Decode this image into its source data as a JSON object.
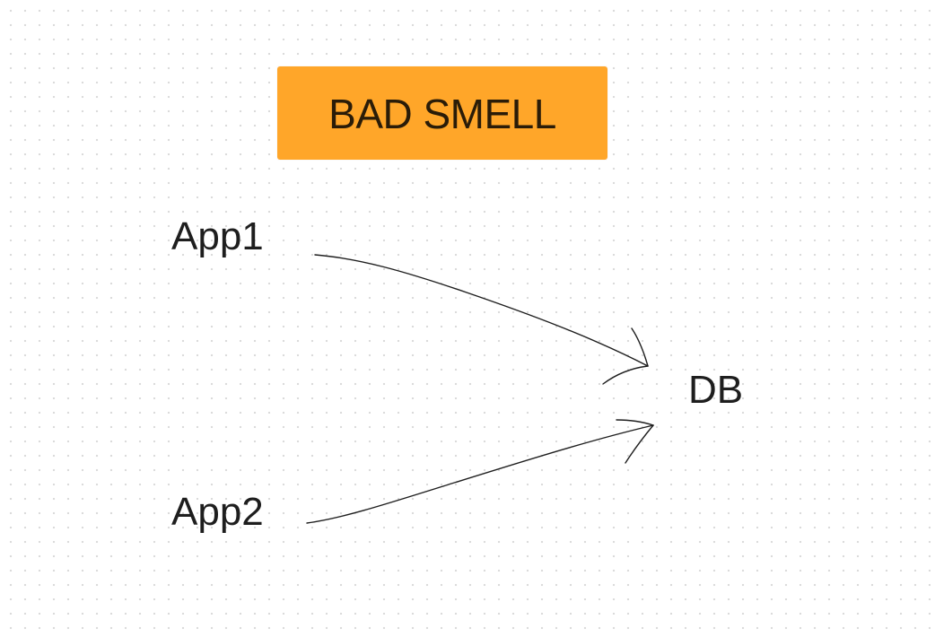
{
  "canvas": {
    "background": "#ffffff",
    "grid_dots": true
  },
  "sticky_note": {
    "text": "BAD SMELL",
    "color": "#ffa629"
  },
  "nodes": {
    "app1": "App1",
    "app2": "App2",
    "db": "DB"
  },
  "connectors": [
    {
      "from": "App1",
      "to": "DB",
      "style": "hand-drawn arrow"
    },
    {
      "from": "App2",
      "to": "DB",
      "style": "hand-drawn arrow"
    }
  ]
}
